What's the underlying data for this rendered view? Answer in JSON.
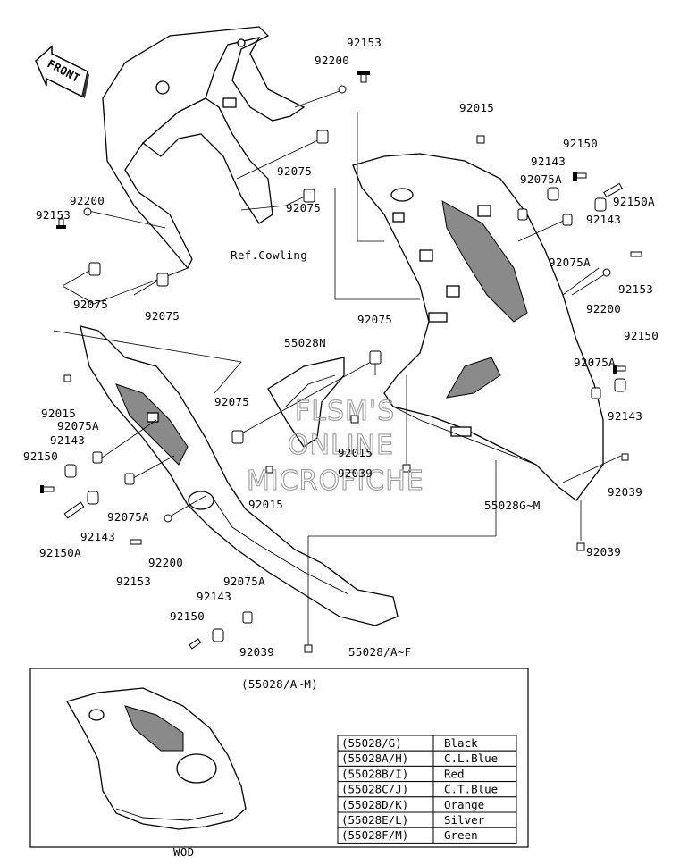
{
  "front_label": "FRONT",
  "labels": {
    "l92153_top": "92153",
    "l92200_top": "92200",
    "l92015_top": "92015",
    "l92150_r1": "92150",
    "l92143_r1": "92143",
    "l92075A_r1": "92075A",
    "l92200_left": "92200",
    "l92153_left": "92153",
    "l92075_c1": "92075",
    "l92075_c2": "92075",
    "ref_cowling": "Ref.Cowling",
    "l92150A_r": "92150A",
    "l92143_r2": "92143",
    "l92075A_r2": "92075A",
    "l92153_r": "92153",
    "l92200_r": "92200",
    "l92075_l1": "92075",
    "l92075_l2": "92075",
    "l55028N": "55028N",
    "l92075_m": "92075",
    "l92150_r2": "92150",
    "l92075A_r3": "92075A",
    "l92143_r3": "92143",
    "l92015_l": "92015",
    "l92075_m2": "92075",
    "l92075A_l": "92075A",
    "l92143_l": "92143",
    "l92015_m": "92015",
    "l92039_m": "92039",
    "l92150_l": "92150",
    "l92039_r": "92039",
    "l55028GM": "55028G~M",
    "l92015_b": "92015",
    "l92075A_l2": "92075A",
    "l92143_l2": "92143",
    "l92150A_l": "92150A",
    "l92200_b": "92200",
    "l92153_b": "92153",
    "l92039_r2": "92039",
    "l92075A_b": "92075A",
    "l92143_b": "92143",
    "l92150_b": "92150",
    "l92039_b": "92039",
    "l55028AF": "55028/A~F"
  },
  "watermark": [
    "FLSM'S",
    "ONLINE",
    "MICROFICHE"
  ],
  "inset": {
    "title": "(55028/A~M)",
    "footer": "WOD",
    "colors": [
      {
        "code": "(55028/G)",
        "color": "Black"
      },
      {
        "code": "(55028A/H)",
        "color": "C.L.Blue"
      },
      {
        "code": "(55028B/I)",
        "color": "Red"
      },
      {
        "code": "(55028C/J)",
        "color": "C.T.Blue"
      },
      {
        "code": "(55028D/K)",
        "color": "Orange"
      },
      {
        "code": "(55028E/L)",
        "color": "Silver"
      },
      {
        "code": "(55028F/M)",
        "color": "Green"
      }
    ]
  }
}
